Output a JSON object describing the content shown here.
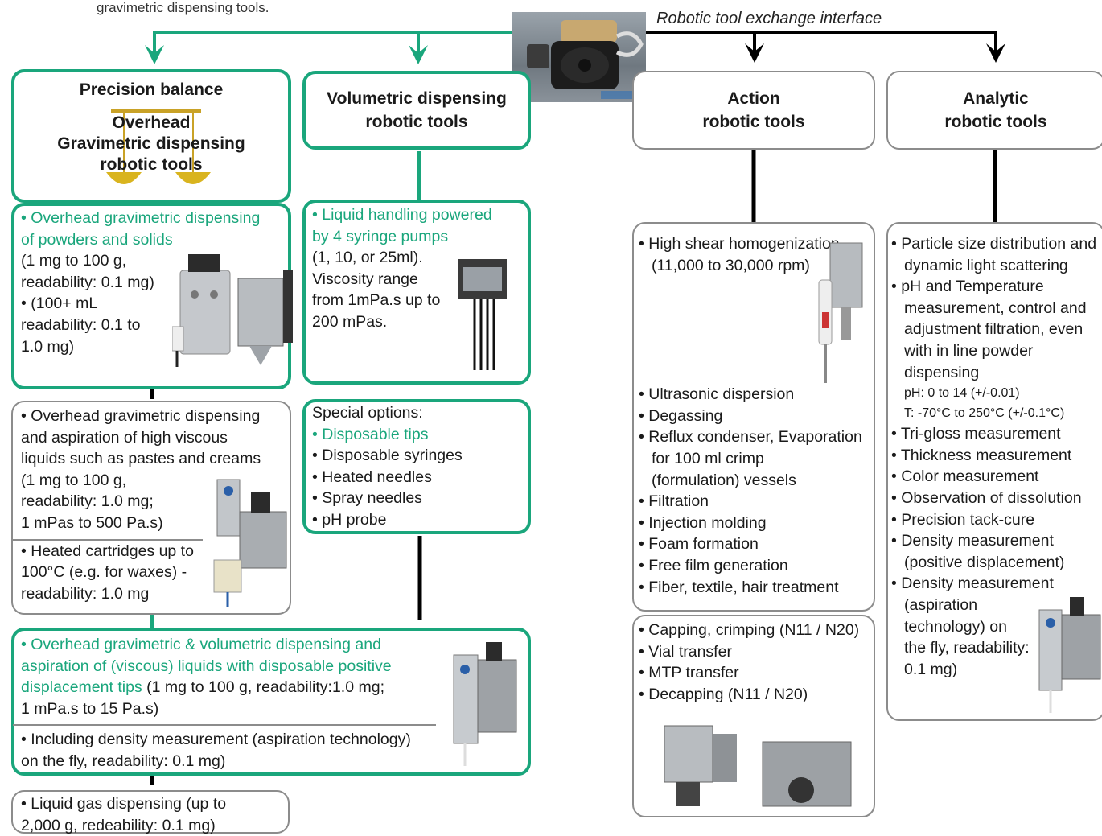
{
  "top_caption": "gravimetric dispensing tools.",
  "interface_label": "Robotic tool exchange interface",
  "headers": {
    "precision_balance": "Precision balance",
    "overhead_grav": [
      "Overhead",
      "Gravimetric dispensing",
      "robotic tools"
    ],
    "volumetric": [
      "Volumetric dispensing",
      "robotic tools"
    ],
    "action": [
      "Action",
      "robotic tools"
    ],
    "analytic": [
      "Analytic",
      "robotic tools"
    ]
  },
  "grav_box1": {
    "green": [
      "• Overhead gravimetric dispensing",
      "of powders and solids"
    ],
    "lines": [
      "(1 mg to 100 g,",
      "readability: 0.1 mg)",
      "• (100+ mL",
      "readability: 0.1 to",
      "1.0 mg)"
    ]
  },
  "grav_box2": {
    "lines": [
      "• Overhead gravimetric dispensing",
      "and aspiration of high viscous",
      "liquids such as pastes and creams",
      "(1 mg to 100 g,",
      "readability: 1.0 mg;",
      "1 mPas to 500 Pa.s)"
    ],
    "lines2": [
      "• Heated cartridges up to",
      "100°C (e.g. for waxes) -",
      "readability: 1.0 mg"
    ]
  },
  "grav_box3": {
    "green": [
      "• Overhead gravimetric & volumetric dispensing and",
      "aspiration of (viscous) liquids with disposable positive",
      "displacement tips"
    ],
    "rest_inline": " (1 mg to 100 g, readability:1.0 mg;",
    "rest": "1 mPa.s to 15 Pa.s)",
    "lines2": [
      "• Including density measurement (aspiration technology)",
      "on the fly, readability: 0.1 mg)"
    ]
  },
  "grav_box4": {
    "lines": [
      "• Liquid gas dispensing (up to",
      "2,000 g,  redeability: 0.1 mg)"
    ]
  },
  "vol_box1": {
    "green": [
      "• Liquid handling powered",
      "by 4 syringe pumps"
    ],
    "lines": [
      "(1, 10, or 25ml).",
      "Viscosity range",
      "from 1mPa.s up to",
      "200 mPas."
    ]
  },
  "vol_box2": {
    "title": "Special options:",
    "green": "• Disposable tips",
    "items": [
      "• Disposable syringes",
      "• Heated needles",
      "• Spray needles",
      "• pH probe"
    ]
  },
  "action_box1": {
    "top": [
      "• High shear homogenization",
      "(11,000 to 30,000 rpm)"
    ],
    "items": [
      "• Ultrasonic dispersion",
      "• Degassing",
      "• Reflux condenser, Evaporation",
      "for 100 ml crimp",
      "(formulation) vessels",
      "• Filtration",
      "• Injection molding",
      "• Foam formation",
      "• Free film generation",
      "• Fiber, textile, hair treatment"
    ]
  },
  "action_box2": {
    "items": [
      "• Capping, crimping (N11 / N20)",
      "• Vial transfer",
      "• MTP transfer",
      "• Decapping (N11 / N20)"
    ]
  },
  "analytic_box": {
    "items": [
      "• Particle size distribution and",
      "dynamic light scattering",
      "• pH and Temperature",
      "measurement, control and",
      "adjustment filtration, even",
      "with in line powder",
      "dispensing"
    ],
    "small": [
      "pH: 0 to 14 (+/-0.01)",
      "T: -70°C to 250°C (+/-0.1°C)"
    ],
    "items2": [
      "• Tri-gloss measurement",
      "• Thickness measurement",
      "• Color measurement",
      "• Observation of dissolution",
      "• Precision tack-cure",
      "• Density measurement",
      "(positive displacement)",
      "• Density measurement",
      "(aspiration",
      "technology) on",
      "the fly, readability:",
      "0.1 mg)"
    ]
  },
  "colors": {
    "green": "#1aa67c",
    "gray": "#8c8c8c",
    "black": "#000000"
  }
}
